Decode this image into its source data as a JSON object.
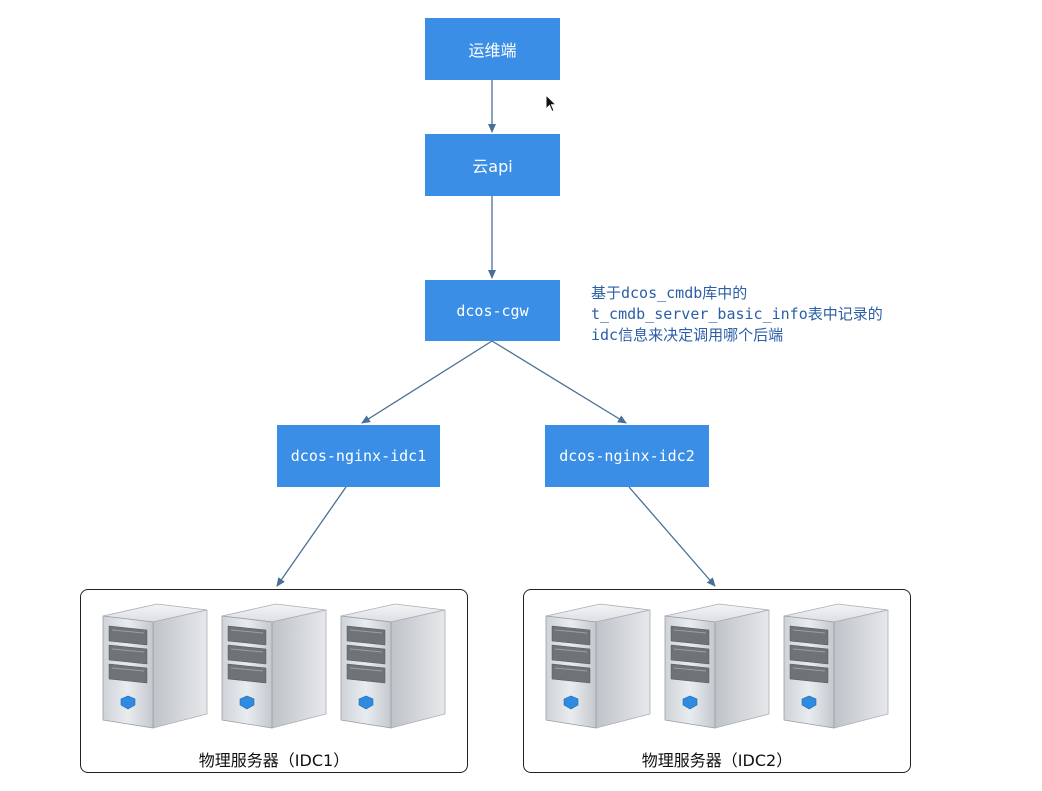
{
  "nodes": {
    "ops": "运维端",
    "cloud_api": "云api",
    "cgw": "dcos-cgw",
    "nginx_idc1": "dcos-nginx-idc1",
    "nginx_idc2": "dcos-nginx-idc2"
  },
  "annotation": {
    "lines": [
      "基于dcos_cmdb库中的",
      "t_cmdb_server_basic_info表中记录的",
      "idc信息来决定调用哪个后端"
    ]
  },
  "groups": {
    "idc1_label": "物理服务器（IDC1）",
    "idc2_label": "物理服务器（IDC2）"
  },
  "colors": {
    "node_fill": "#3a8ee6",
    "edge": "#4a6f96",
    "annotation_text": "#2b5ea8"
  },
  "icons": {
    "server": "server-tower-icon",
    "cursor": "mouse-cursor-icon"
  }
}
